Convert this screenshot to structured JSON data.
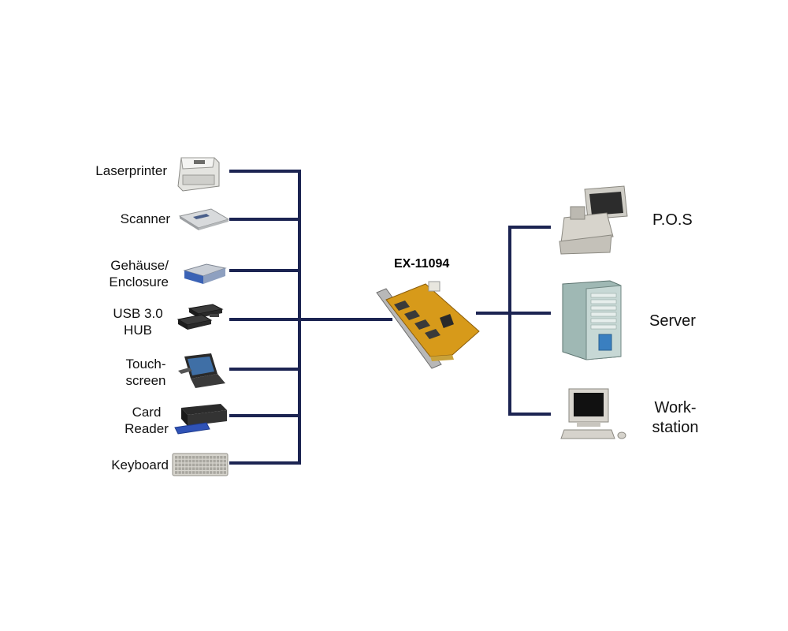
{
  "card": {
    "model": "EX-11094",
    "color": "#d79a1a"
  },
  "line_color": "#1c2452",
  "left_devices": [
    {
      "id": "laserprinter",
      "lines": [
        "Laserprinter"
      ],
      "icon": "laser-printer-icon"
    },
    {
      "id": "scanner",
      "lines": [
        "Scanner"
      ],
      "icon": "scanner-icon"
    },
    {
      "id": "enclosure",
      "lines": [
        "Gehäuse/",
        "Enclosure"
      ],
      "icon": "enclosure-icon"
    },
    {
      "id": "usb-hub",
      "lines": [
        "USB 3.0",
        "HUB"
      ],
      "icon": "usb-hub-icon"
    },
    {
      "id": "touchscreen",
      "lines": [
        "Touch-",
        "screen"
      ],
      "icon": "touchscreen-icon"
    },
    {
      "id": "card-reader",
      "lines": [
        "Card",
        "Reader"
      ],
      "icon": "card-reader-icon"
    },
    {
      "id": "keyboard",
      "lines": [
        "Keyboard"
      ],
      "icon": "keyboard-icon"
    }
  ],
  "right_devices": [
    {
      "id": "pos",
      "lines": [
        "P.O.S"
      ],
      "icon": "pos-terminal-icon"
    },
    {
      "id": "server",
      "lines": [
        "Server"
      ],
      "icon": "server-tower-icon"
    },
    {
      "id": "workstation",
      "lines": [
        "Work-",
        "station"
      ],
      "icon": "workstation-icon"
    }
  ]
}
